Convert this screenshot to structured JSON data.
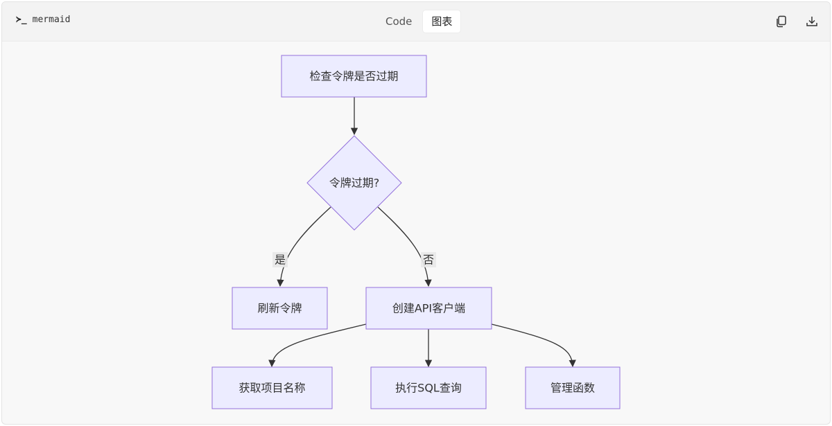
{
  "header": {
    "language_label": "mermaid",
    "tabs": [
      {
        "label": "Code",
        "active": false
      },
      {
        "label": "图表",
        "active": true
      }
    ],
    "actions": [
      {
        "icon": "copy-icon"
      },
      {
        "icon": "download-icon"
      }
    ]
  },
  "diagram": {
    "type": "flowchart",
    "nodes": {
      "check_token": "检查令牌是否过期",
      "token_expired": "令牌过期?",
      "refresh_token": "刷新令牌",
      "create_client": "创建API客户端",
      "get_project": "获取项目名称",
      "exec_sql": "执行SQL查询",
      "manage_functions": "管理函数"
    },
    "edges": {
      "yes_label": "是",
      "no_label": "否"
    },
    "colors": {
      "node_fill": "#ECECFF",
      "node_stroke": "#9370DB",
      "edge": "#333333",
      "edge_label_bg": "#E8E8E8",
      "background": "#F8F8F8"
    }
  }
}
